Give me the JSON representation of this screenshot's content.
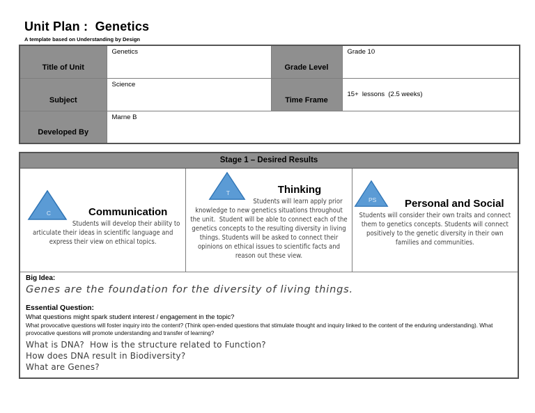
{
  "doc": {
    "title": "Unit Plan :  Genetics",
    "subtitle": "A template based on Understanding by Design"
  },
  "info": {
    "r0": {
      "label": "Title of Unit",
      "value": "Genetics",
      "label2": "Grade Level",
      "value2": "Grade 10"
    },
    "r1": {
      "label": "Subject",
      "value": "Science",
      "label2": "Time Frame",
      "value2": "15+  lessons  (2.5 weeks)"
    },
    "r2": {
      "label": "Developed By",
      "value": "Marne B"
    }
  },
  "stage1": {
    "header": "Stage 1 – Desired Results",
    "competencies": [
      {
        "badge": "C",
        "title": "Communication",
        "text": "Students will develop their ability to articulate their ideas in scientific language and express their view on ethical topics."
      },
      {
        "badge": "T",
        "title": "Thinking",
        "text": "Students will learn apply prior knowledge to new genetics situations throughout the unit.  Student will be able to connect each of the genetics concepts to the resulting diversity in living things. Students will be asked to connect their opinions on ethical issues to scientific facts and reason out these view."
      },
      {
        "badge": "PS",
        "title": "Personal and Social",
        "text": "Students will consider their own traits and connect them to genetics concepts. Students will connect positively to the genetic diversity in their own families and communities."
      }
    ],
    "big_idea": {
      "label": "Big Idea:",
      "text": "Genes are the foundation for the diversity of living things."
    },
    "essential_question": {
      "label": "Essential Question:",
      "prompt_main": "What questions might spark student interest / engagement in the topic?",
      "prompt_detail": "What provocative questions will foster inquiry into the content? (Think open-ended questions that stimulate thought and inquiry linked to the content of the enduring understanding). What provocative questions will promote understanding and transfer of learning?",
      "questions": [
        "What is DNA?  How is the structure related to Function?",
        "How does DNA result in Biodiversity?",
        "What are Genes?"
      ]
    }
  },
  "colors": {
    "cell_gray": "#8f8f8f",
    "triangle_fill": "#5b9bd5",
    "triangle_stroke": "#2e74b5",
    "body_text": "#3f3f3f"
  }
}
